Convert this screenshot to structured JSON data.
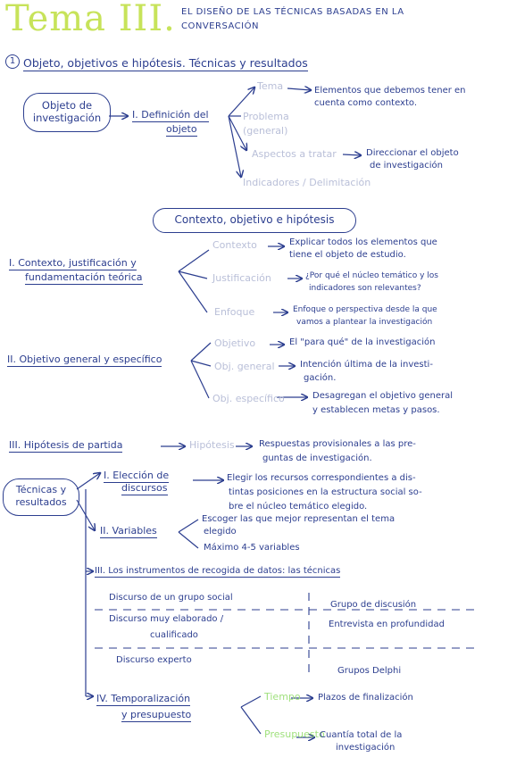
{
  "header": {
    "title": "Tema III.",
    "subtitle_1": "EL DISEÑO DE LAS TÉCNICAS BASADAS EN LA",
    "subtitle_2": "CONVERSACIÓN"
  },
  "section_1": {
    "number": "1",
    "heading": "Objeto, objetivos e hipótesis. Técnicas y resultados"
  },
  "objeto": {
    "cloud_1": "Objeto de",
    "cloud_2": "investigación",
    "step": "I. Definición del",
    "step_2": "objeto",
    "b1_faint": "Tema",
    "b1_desc_1": "Elementos que debemos tener en",
    "b1_desc_2": "cuenta como contexto.",
    "b2_faint_1": "Problema",
    "b2_faint_2": "(general)",
    "b3_faint": "Aspectos a tratar",
    "b3_desc_1": "Direccionar el objeto",
    "b3_desc_2": "de investigación",
    "b4_faint": "Indicadores / Delimitación"
  },
  "contexto_cloud": "Contexto, objetivo e hipótesis",
  "contexto": {
    "step_1": "I. Contexto, justificación y",
    "step_2": "fundamentación teórica",
    "b1_faint": "Contexto",
    "b1_desc_1": "Explicar todos los elementos que",
    "b1_desc_2": "tiene el objeto de estudio.",
    "b2_faint": "Justificación",
    "b2_desc_1": "¿Por qué el núcleo temático y los",
    "b2_desc_2": "indicadores son relevantes?",
    "b3_faint": "Enfoque",
    "b3_desc_1": "Enfoque o perspectiva desde la que",
    "b3_desc_2": "vamos a plantear la investigación"
  },
  "objetivo": {
    "step": "II. Objetivo general y específico",
    "b1_faint": "Objetivo",
    "b1_desc": "El \"para qué\" de la investigación",
    "b2_faint": "Obj. general",
    "b2_desc_1": "Intención última de la investi-",
    "b2_desc_2": "gación.",
    "b3_faint": "Obj. específico",
    "b3_desc_1": "Desagregan el objetivo general",
    "b3_desc_2": "y establecen metas y pasos."
  },
  "hipotesis": {
    "step": "III. Hipótesis de partida",
    "faint": "Hipótesis",
    "desc_1": "Respuestas provisionales a las pre-",
    "desc_2": "guntas de investigación."
  },
  "tecnicas": {
    "cloud_1": "Técnicas y",
    "cloud_2": "resultados",
    "s1_1": "I. Elección de",
    "s1_2": "discursos",
    "s1_desc_1": "Elegir los recursos correspondientes a dis-",
    "s1_desc_2": "tintas posiciones en la estructura social so-",
    "s1_desc_3": "bre el núcleo temático elegido.",
    "s2": "II. Variables",
    "s2_desc_1": "Escoger las que mejor representan el tema",
    "s2_desc_2": "elegido",
    "s2_desc_3": "Máximo 4-5 variables",
    "s3": "III. Los instrumentos de recogida de datos: las técnicas",
    "table": [
      {
        "left": "Discurso de un grupo social",
        "right": "Grupo de discusión"
      },
      {
        "left": "Discurso muy elaborado /",
        "left_2": "cualificado",
        "right": "Entrevista en profundidad"
      },
      {
        "left": "Discurso experto",
        "right": "Grupos Delphi"
      }
    ],
    "s4_1": "IV. Temporalización",
    "s4_2": "y presupuesto",
    "s4_b1_faint": "Tiempo",
    "s4_b1_desc": "Plazos de finalización",
    "s4_b2_faint": "Presupuesto",
    "s4_b2_desc_1": "Cuantía total de la",
    "s4_b2_desc_2": "investigación"
  }
}
